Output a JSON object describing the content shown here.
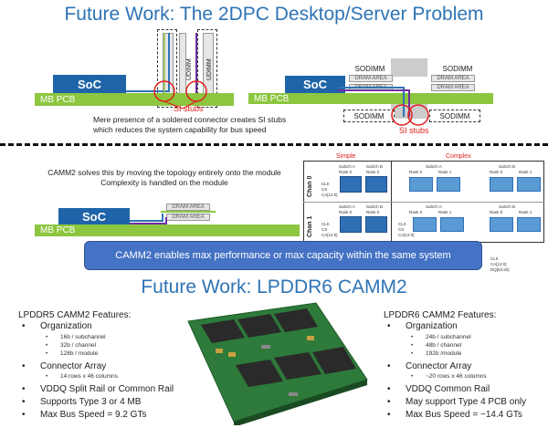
{
  "top": {
    "title": "Future Work: The 2DPC Desktop/Server Problem",
    "left": {
      "soc": "SoC",
      "pcb": "MB PCB",
      "udimm1": "UDIMM",
      "udimm2": "UDIMM",
      "si_stubs": "SI stubs"
    },
    "right": {
      "soc": "SoC",
      "pcb": "MB PCB",
      "sodimm_top_left": "SODIMM",
      "sodimm_top_right": "SODIMM",
      "sodimm_bottom_left": "SODIMM",
      "sodimm_bottom_right": "SODIMM",
      "dram_area": "DRAM AREA",
      "si_stubs": "SI stubs"
    },
    "caption_line1": "Mere presence of a soldered connector creates SI stubs",
    "caption_line2": "which reduces the system capability for bus speed"
  },
  "middle": {
    "text_line1": "CAMM2 solves this by moving the topology entirely onto the module",
    "text_line2": "Complexity is handled on the module",
    "soc": "SoC",
    "pcb": "MB PCB",
    "dram_area": "DRAM AREA",
    "banner": "CAMM2 enables max performance or max capacity within the same system",
    "simple_label": "Simple",
    "complex_label": "Complex",
    "chan0": "Chan 0",
    "chan1": "Chan 1",
    "subch_a": "SubCh A",
    "subch_b": "SubCh B",
    "rank0": "Rank 0",
    "rank1": "Rank 1",
    "signals": [
      "CLK",
      "CS",
      "CA[12:0]"
    ],
    "dq_note1": "CLK",
    "dq_note2": "CA[12:0]",
    "dq_note3": "DQ[63:32]"
  },
  "bottom": {
    "title": "Future Work: LPDDR6 CAMM2",
    "left": {
      "heading": "LPDDR5 CAMM2 Features:",
      "organization": "Organization",
      "org_items": [
        "16b / subchannel",
        "32b / channel",
        "128b / module"
      ],
      "connector": "Connector Array",
      "connector_items": [
        "14 rows x 46 columns"
      ],
      "vddq": "VDDQ Split Rail or Common Rail",
      "supports": "Supports Type 3 or 4 MB",
      "speed": "Max Bus Speed = 9.2 GTs"
    },
    "right": {
      "heading": "LPDDR6 CAMM2 Features:",
      "organization": "Organization",
      "org_items": [
        "24b / subchannel",
        "48b / channel",
        "192b /module"
      ],
      "connector": "Connector Array",
      "connector_items": [
        "~20 rows x 46 columns"
      ],
      "vddq": "VDDQ Common Rail",
      "supports": "May support Type 4 PCB only",
      "speed": "Max Bus Speed = ~14.4 GTs"
    }
  },
  "colors": {
    "title_blue": "#2e74b5",
    "soc_blue": "#1f64a8",
    "pcb_green": "#8dc63f",
    "stub_red": "#e0201b",
    "banner_blue": "#4472c4"
  }
}
